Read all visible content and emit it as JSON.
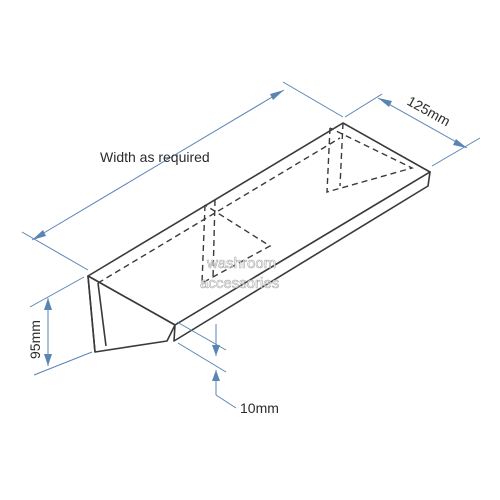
{
  "labels": {
    "width": "Width as required",
    "depth": "125mm",
    "height": "95mm",
    "lip": "10mm"
  },
  "watermark": {
    "line1": "washroom",
    "line2": "accessories"
  },
  "colors": {
    "dimension": "#5a84b4",
    "outline": "#3a3a3a",
    "background": "#ffffff"
  }
}
